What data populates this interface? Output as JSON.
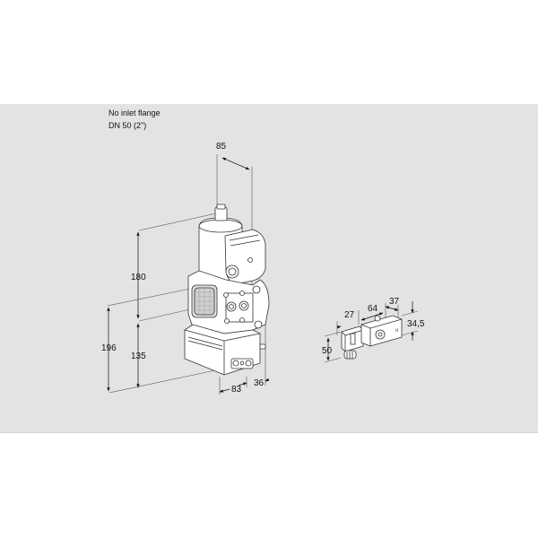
{
  "drawing": {
    "background_color": "#e3e3e3",
    "notes": [
      "No inlet flange",
      "DN 50 (2\")"
    ],
    "main_unit": {
      "dimensions": {
        "top_width": "85",
        "height_upper": "180",
        "height_total": "196",
        "height_lower": "135",
        "base_width": "83",
        "side_offset": "36"
      }
    },
    "detail_unit": {
      "dimensions": {
        "connector_length": "27",
        "body_length": "64",
        "body_depth": "37",
        "body_height": "34,5",
        "total_height": "50"
      }
    }
  }
}
